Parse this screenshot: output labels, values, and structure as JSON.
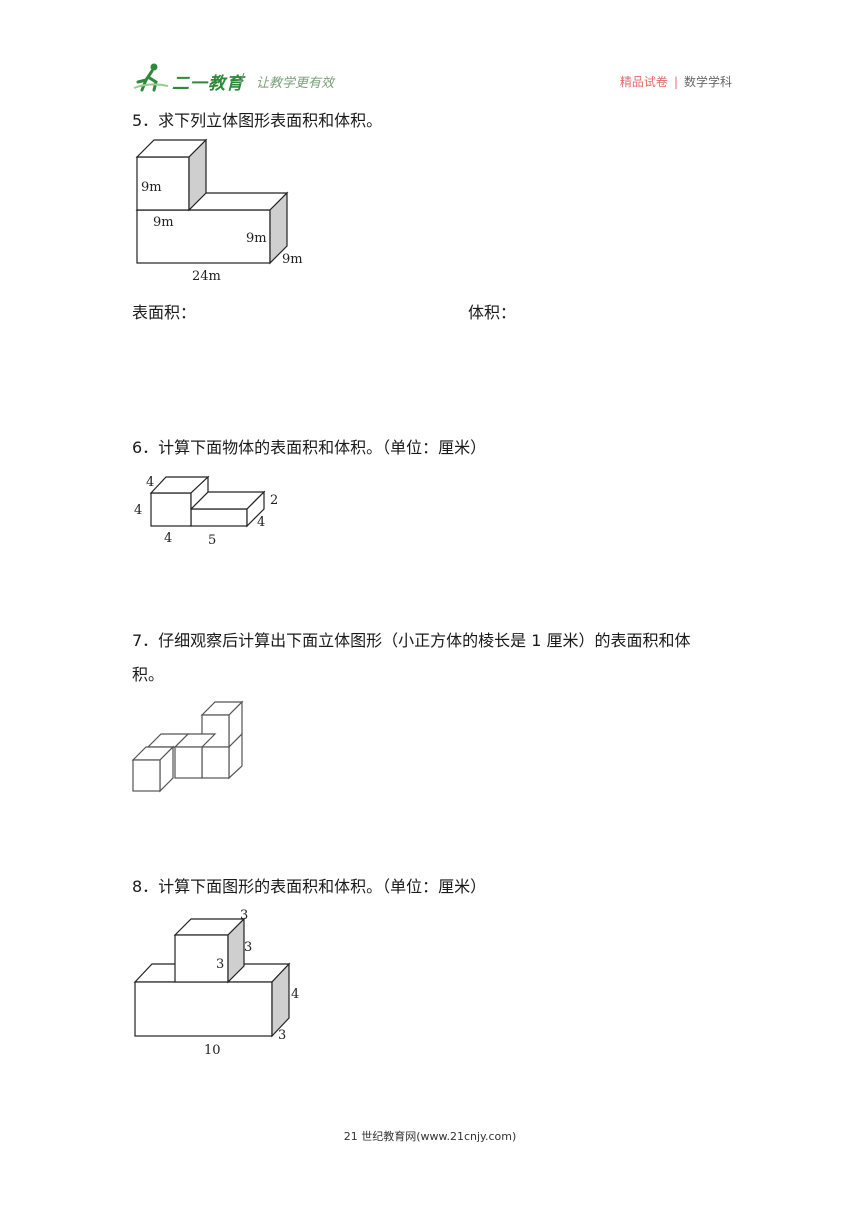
{
  "header": {
    "logo_text": "二一教育",
    "slash": "/",
    "slogan": "让教学更有效",
    "right_red": "精品试卷",
    "sep": "|",
    "right_gray": "数学学科"
  },
  "q5": {
    "text": "5．求下列立体图形表面积和体积。",
    "labels": {
      "a": "9m",
      "b": "9m",
      "c": "9m",
      "d": "9m",
      "e": "24m"
    },
    "answer_surface": "表面积：",
    "answer_volume": "体积："
  },
  "q6": {
    "text": "6．计算下面物体的表面积和体积。（单位：厘米）",
    "labels": {
      "top": "4",
      "left": "4",
      "right_h": "2",
      "right_d": "4",
      "bottom_a": "4",
      "bottom_b": "5"
    }
  },
  "q7": {
    "line1": "7．仔细观察后计算出下面立体图形（小正方体的棱长是 1 厘米）的表面积和体",
    "line2": "积。"
  },
  "q8": {
    "text": "8．计算下面图形的表面积和体积。（单位：厘米）",
    "labels": {
      "top_d": "3",
      "top_h": "3",
      "top_w": "3",
      "big_h": "4",
      "big_d": "3",
      "big_w": "10"
    }
  },
  "footer": {
    "text": "21 世纪教育网(www.21cnjy.com)"
  }
}
